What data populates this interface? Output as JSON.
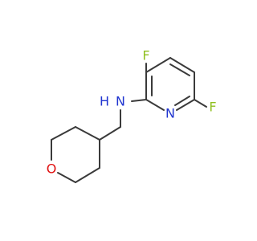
{
  "molecule": {
    "atoms": {
      "F_top": "F",
      "F_right": "F",
      "N_amine": "N",
      "H_amine": "H",
      "N_ring": "N",
      "O_ring": "O"
    },
    "colors": {
      "bond": "#3a3a3a",
      "fluorine": "#8fbf1f",
      "nitrogen": "#2035d0",
      "oxygen": "#e01010"
    }
  }
}
